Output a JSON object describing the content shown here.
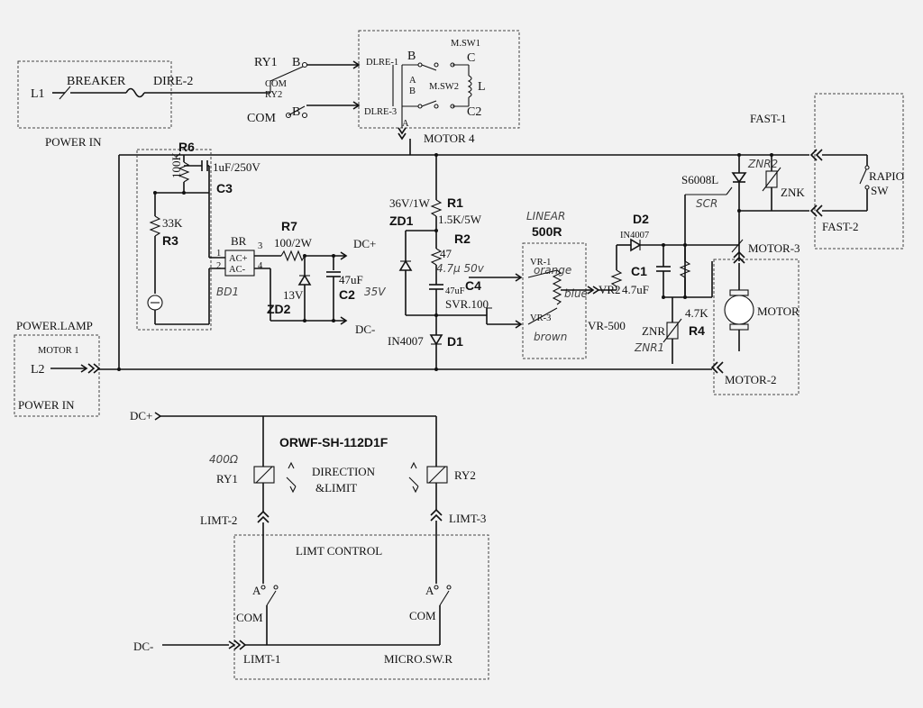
{
  "labels": {
    "l1": "L1",
    "breaker": "BREAKER",
    "dire2": "DIRE-2",
    "power_in_top": "POWER IN",
    "ry1_top": "RY1",
    "b1": "B",
    "com_ry2": "COM",
    "ry2_top": "RY2",
    "com_bottom": "COM",
    "b2": "B",
    "dlre1": "DLRE-1",
    "b3": "B",
    "msw1": "M.SW1",
    "c1": "C",
    "a_msw": "A",
    "b_msw": "B",
    "msw2": "M.SW2",
    "l_msw": "L",
    "dlre3": "DLRE-3",
    "c2": "C2",
    "a_dl": "A",
    "motor4": "MOTOR 4",
    "fast1": "FAST-1",
    "znr2_hw": "ZNR2",
    "s6008l": "S6008L",
    "znk": "ZNK",
    "rapio": "RAPIO",
    "sw": "SW",
    "scr_hw": "SCR",
    "fast2": "FAST-2",
    "r6": "R6",
    "r6_val": "100K",
    "c3_val": "1uF/250V",
    "c3": "C3",
    "r3_val": "33K",
    "r3": "R3",
    "br": "BR",
    "ac_plus": "AC+",
    "ac_minus": "AC-",
    "pin1": "1",
    "pin2": "2",
    "pin3": "3",
    "pin4": "4",
    "bd1_hw": "BD1",
    "r7": "R7",
    "r7_val": "100/2W",
    "dc_plus_r": "DC+",
    "c2_val": "47uF",
    "c2_hw": "35V",
    "zd2_val": "13V",
    "zd2": "ZD2",
    "dc_minus_r": "DC-",
    "zd1_val": "36V/1W",
    "zd1": "ZD1",
    "r1": "R1",
    "r1_val": "1.5K/5W",
    "r2": "R2",
    "r2_val": "47",
    "c4_hw": "4.7μ 50v",
    "c4": "C4",
    "c4_val": "47uF",
    "svr": "SVR.100",
    "d1_val": "IN4007",
    "d1": "D1",
    "linear_hw": "LINEAR",
    "r500": "500R",
    "vr1": "VR-1",
    "orange_hw": "orange",
    "blue_hw": "blue",
    "vr3": "VR-3",
    "brown_hw": "brown",
    "vr2": "VR2",
    "vr500": "VR-500",
    "d2": "D2",
    "d2_val": "IN4007",
    "c1cap": "C1",
    "c1_val": "4.7uF",
    "znr": "ZNR",
    "znr1_hw": "ZNR1",
    "r4_val": "4.7K",
    "r4": "R4",
    "motor3": "MOTOR-3",
    "motor": "MOTOR",
    "motor2": "MOTOR-2",
    "power_lamp": "POWER.LAMP",
    "motor1": "MOTOR 1",
    "l2": "L2",
    "power_in_bottom": "POWER IN",
    "dc_plus_b": "DC+",
    "relay_part": "ORWF-SH-112D1F",
    "ohm_hw": "400Ω",
    "ry1_b": "RY1",
    "direction": "DIRECTION",
    "limit": "&LIMIT",
    "ry2_b": "RY2",
    "limt2": "LIMT-2",
    "limt3": "LIMT-3",
    "limt_control": "LIMT CONTROL",
    "a_left": "A",
    "a_right": "A",
    "com_left": "COM",
    "com_right": "COM",
    "dc_minus_b": "DC-",
    "limt1": "LIMT-1",
    "micro_sw": "MICRO.SW.R"
  }
}
